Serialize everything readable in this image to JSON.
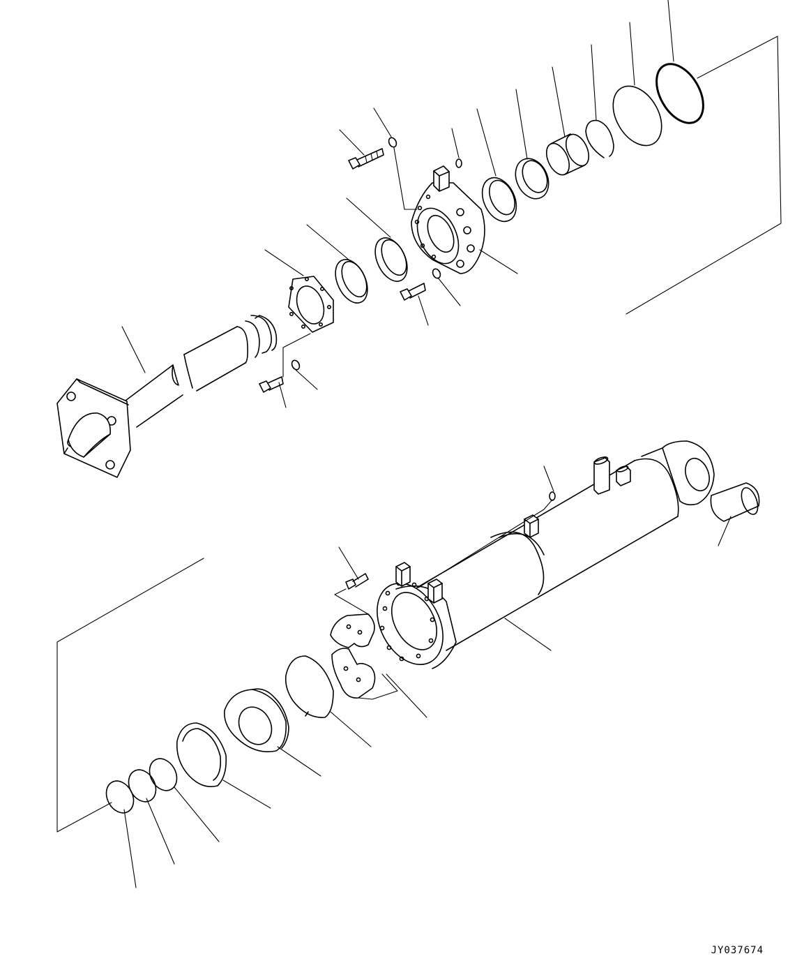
{
  "drawing": {
    "code": "JY037674"
  },
  "parts": [
    "cylinder-head-assembly",
    "piston-rod",
    "cylinder-tube",
    "piston",
    "seal-rings",
    "wear-rings",
    "o-rings",
    "backup-rings",
    "retainer-halves",
    "bolts-and-washers",
    "bushing",
    "grease-fitting"
  ]
}
